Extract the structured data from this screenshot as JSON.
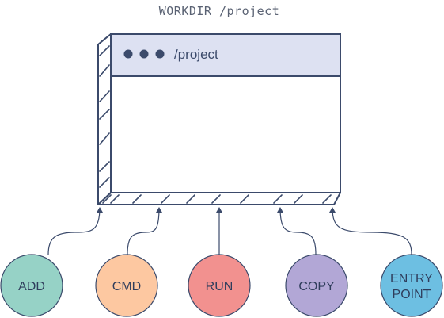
{
  "title": "WORKDIR /project",
  "window": {
    "path": "/project",
    "colors": {
      "titlebar": "#dde1f2",
      "stroke": "#3b4a6b",
      "body": "#ffffff"
    }
  },
  "nodes": [
    {
      "id": "add",
      "lines": [
        "ADD"
      ],
      "color": "#96d2c6"
    },
    {
      "id": "cmd",
      "lines": [
        "CMD"
      ],
      "color": "#fdc8a1"
    },
    {
      "id": "run",
      "lines": [
        "RUN"
      ],
      "color": "#f2918f"
    },
    {
      "id": "copy",
      "lines": [
        "COPY"
      ],
      "color": "#b2a7d6"
    },
    {
      "id": "entry-point",
      "lines": [
        "ENTRY",
        "POINT"
      ],
      "color": "#6dbfe2"
    }
  ]
}
